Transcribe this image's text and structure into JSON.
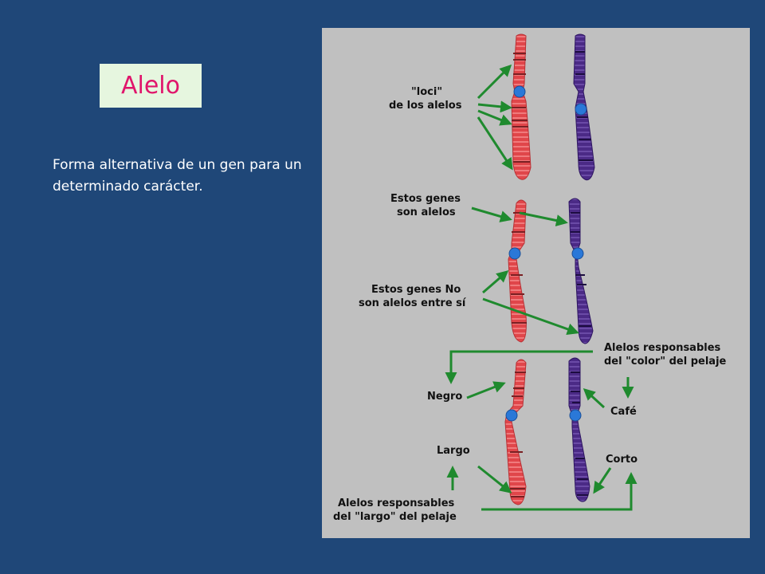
{
  "slide": {
    "title": "Alelo",
    "definition": "Forma alternativa de un gen para un determinado carácter."
  },
  "figure": {
    "colors": {
      "background": "#c0c0c0",
      "chromosome_red": "#e0464a",
      "chromosome_purple": "#4b2a86",
      "centromere": "#2a78d8",
      "arrow": "#1f8a2e"
    },
    "labels": {
      "loci_line1": "\"loci\"",
      "loci_line2": "de los alelos",
      "alleles_line1": "Estos genes",
      "alleles_line2": "son alelos",
      "not_alleles_line1": "Estos genes No",
      "not_alleles_line2": "son alelos entre sí",
      "color_line1": "Alelos responsables",
      "color_line2": "del \"color\" del pelaje",
      "negro": "Negro",
      "cafe": "Café",
      "largo": "Largo",
      "corto": "Corto",
      "length_line1": "Alelos responsables",
      "length_line2": "del \"largo\" del pelaje"
    }
  }
}
